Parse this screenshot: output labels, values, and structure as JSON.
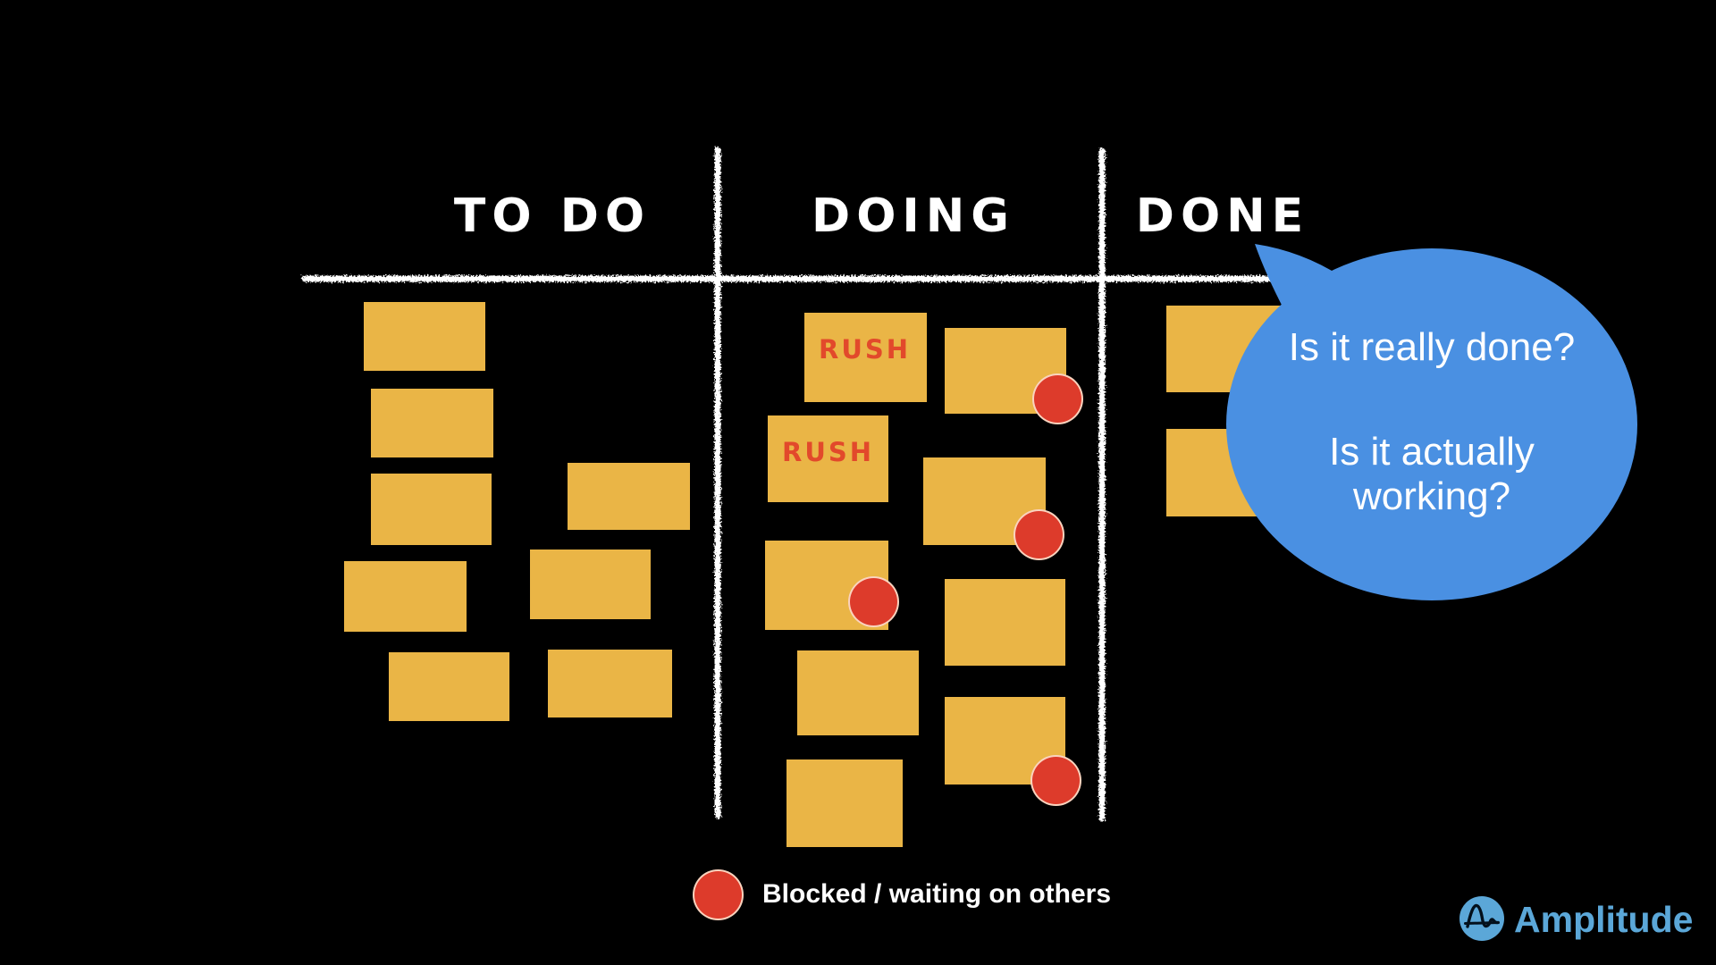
{
  "slide": {
    "background_color": "#000000",
    "chalk_line_color": "#FFFFFF"
  },
  "board": {
    "columns": [
      {
        "title": "TO DO",
        "note_count": 8,
        "rush_count": 0,
        "blocked_count": 0
      },
      {
        "title": "DOING",
        "note_count": 9,
        "rush_count": 2,
        "blocked_count": 4
      },
      {
        "title": "DONE",
        "note_count": 2,
        "rush_count": 0,
        "blocked_count": 0
      }
    ],
    "rush_label": "RUSH",
    "note_color": "#EAB546",
    "rush_text_color": "#E2492B"
  },
  "speech_bubble": {
    "line1": "Is it really done?",
    "line2": "Is it actually",
    "line3": "working?",
    "fill_color": "#4A90E2",
    "text_color": "#FFFFFF"
  },
  "legend": {
    "label": "Blocked / waiting on others",
    "marker_color": "#DD3B2B"
  },
  "brand": {
    "name": "Amplitude",
    "color": "#5BA7D8",
    "icon": "amplitude-wave-icon"
  }
}
